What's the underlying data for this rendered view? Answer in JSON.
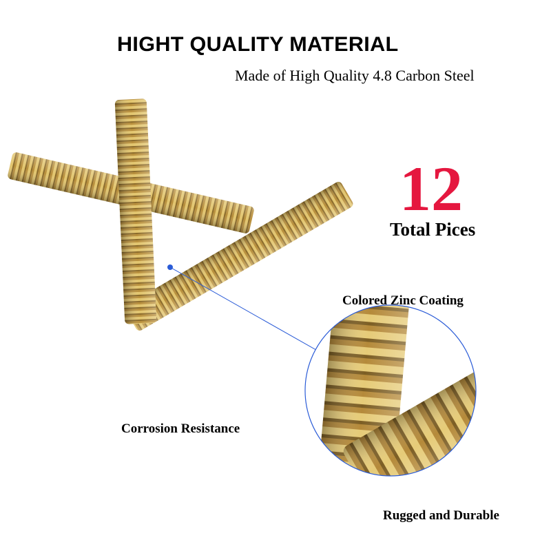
{
  "header": {
    "title": "HIGHT QUALITY MATERIAL",
    "subtitle": "Made of High Quality  4.8 Carbon Steel"
  },
  "quantity": {
    "count": "12",
    "label": "Total Pices"
  },
  "features": [
    {
      "label": "Colored Zinc Coating"
    },
    {
      "label": "Corrosion Resistance"
    },
    {
      "label": "Rugged and Durable"
    }
  ],
  "colors": {
    "accent": "#e5173f",
    "callout": "#2a5bd7",
    "zinc_gold": "#c9a84a"
  }
}
